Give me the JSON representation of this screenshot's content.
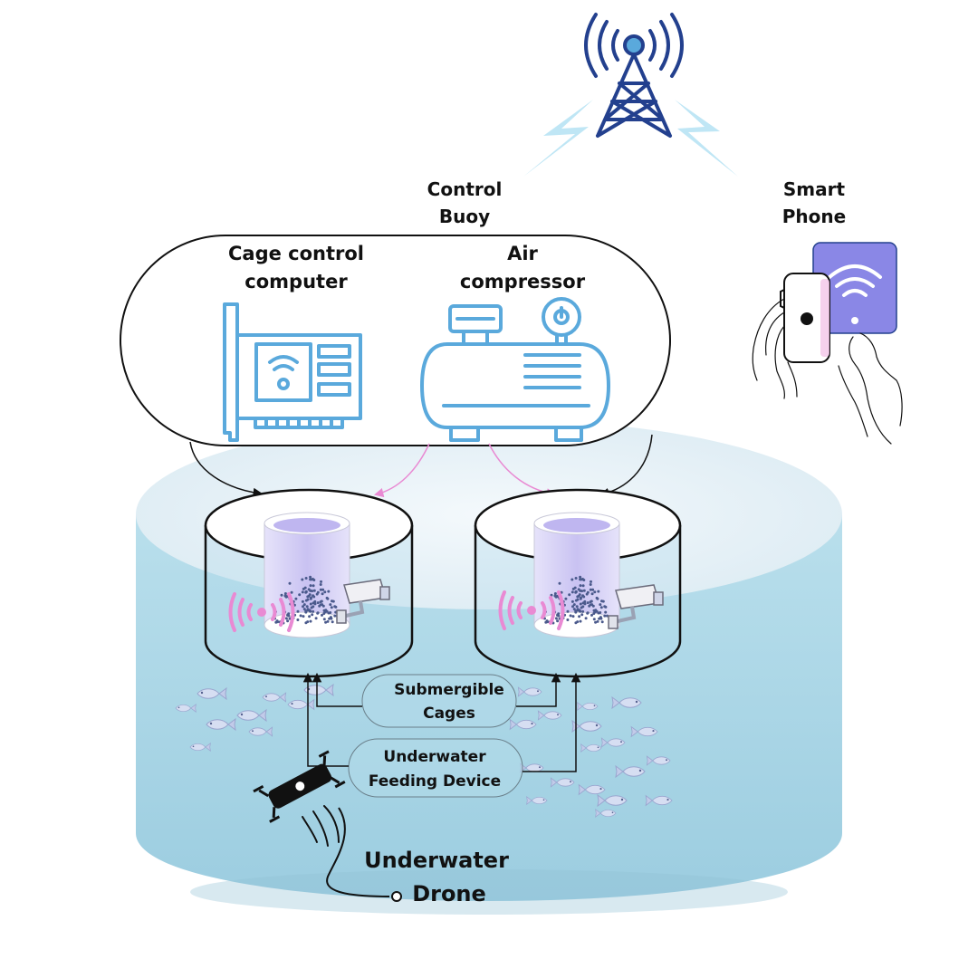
{
  "labels": {
    "control_buoy": [
      "Control",
      "Buoy"
    ],
    "smart_phone": [
      "Smart",
      "Phone"
    ],
    "cage_control_computer": [
      "Cage  control",
      "computer"
    ],
    "air_compressor": [
      "Air",
      "compressor"
    ],
    "submergible_cages": [
      "Submergible",
      "Cages"
    ],
    "underwater_feeding_device": [
      "Underwater",
      "Feeding Device"
    ],
    "underwater_drone": [
      "Underwater",
      "Drone"
    ]
  },
  "icons": {
    "tower": "cell-tower-icon",
    "phone": "smartphone-icon",
    "wifi_card": "network-card-icon",
    "compressor": "air-compressor-icon",
    "camera": "security-camera-icon",
    "feeder": "feeding-cylinder-icon",
    "drone": "underwater-drone-icon",
    "fish": "fish-icon"
  },
  "colors": {
    "water": "#a9d6e6",
    "water_top": "#e6f2f8",
    "icon_blue": "#5aa9dc",
    "tower_blue": "#23408e",
    "pink": "#e98ad3",
    "purple_phone": "#8a87e6",
    "cylinder_inner": "#cfc8f4"
  }
}
